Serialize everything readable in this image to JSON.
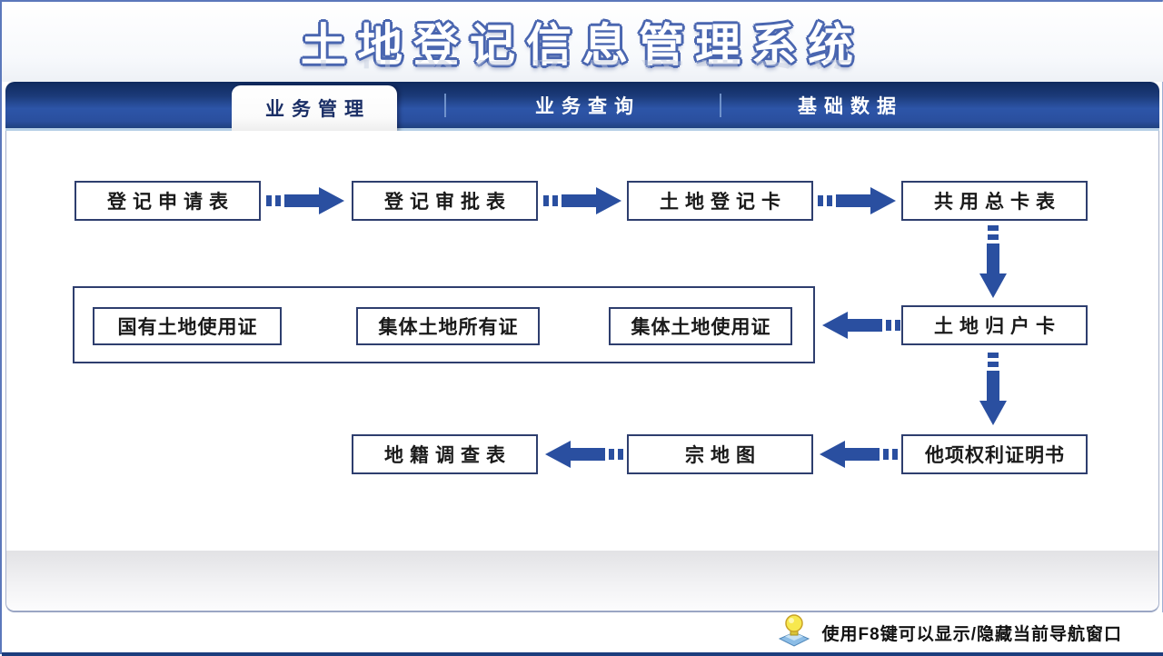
{
  "app": {
    "title": "土地登记信息管理系统"
  },
  "tabs": [
    {
      "label": "业务管理",
      "active": true
    },
    {
      "label": "业务查询",
      "active": false
    },
    {
      "label": "基础数据",
      "active": false
    }
  ],
  "flowchart": {
    "row1": [
      "登记申请表",
      "登记审批表",
      "土地登记卡",
      "共用总卡表"
    ],
    "certificates_group": [
      "国有土地使用证",
      "集体土地所有证",
      "集体土地使用证"
    ],
    "household_card": "土地归户卡",
    "row3": [
      "地籍调查表",
      "宗地图",
      "他项权利证明书"
    ],
    "arrows": {
      "right_flow": "arrow-right",
      "down_flow": "arrow-down",
      "left_flow": "arrow-left"
    }
  },
  "status_bar": {
    "hint": "使用F8键可以显示/隐藏当前导航窗口",
    "icon": "lightbulb-icon"
  },
  "colors": {
    "arrow_blue": "#2a4fa0",
    "box_border": "#2e3e6e",
    "tabbar_top": "#0f2a5e",
    "tabbar_mid": "#2d55a8",
    "active_tab_text": "#1b2f66",
    "title_outline": "#4a66b0",
    "bottom_bar": "#1c3d7d",
    "tab_underline": "#b5cfe6"
  }
}
